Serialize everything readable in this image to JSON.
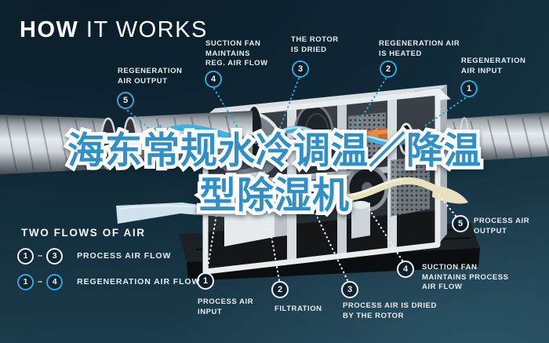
{
  "title": {
    "bold": "HOW",
    "light": " IT WORKS"
  },
  "overlay": {
    "line1": "海东常规水冷调温／降温",
    "line2": "型除湿机",
    "color": "#2f8fc8"
  },
  "legend": {
    "heading": "TWO FLOWS OF AIR",
    "separator": "–",
    "process_row": {
      "from": "1",
      "to": "3",
      "label": "PROCESS AIR FLOW"
    },
    "regen_row": {
      "from": "1",
      "to": "4",
      "label": "REGENERATION AIR FLOW"
    }
  },
  "regen_callouts": [
    {
      "num": "1",
      "label": "REGENERATION\nAIR INPUT"
    },
    {
      "num": "2",
      "label": "REGENERATION AIR\nIS HEATED"
    },
    {
      "num": "3",
      "label": "THE ROTOR\nIS DRIED"
    },
    {
      "num": "4",
      "label": "SUCTION FAN\nMAINTAINS\nREG. AIR FLOW"
    },
    {
      "num": "5",
      "label": "REGENERATION\nAIR OUTPUT"
    }
  ],
  "process_callouts": [
    {
      "num": "1",
      "label": "PROCESS AIR\nINPUT"
    },
    {
      "num": "2",
      "label": "FILTRATION"
    },
    {
      "num": "3",
      "label": "PROCESS AIR IS DRIED\nBY THE ROTOR"
    },
    {
      "num": "4",
      "label": "SUCTION FAN\nMAINTAINS PROCESS\nAIR FLOW"
    },
    {
      "num": "5",
      "label": "PROCESS AIR\nOUTPUT"
    }
  ],
  "colors": {
    "background_navy": "#0f2634",
    "accent_cyan": "#35a6da",
    "flow_cyan": "#41b2e6",
    "label_white": "#e7edf0",
    "overlay_blue": "#2f8fc8",
    "overlay_outline": "#ffffff",
    "heater_orange": "#e8802e",
    "process_cream": "#e8e1c0",
    "duct_silver": "#cdd2d6"
  }
}
